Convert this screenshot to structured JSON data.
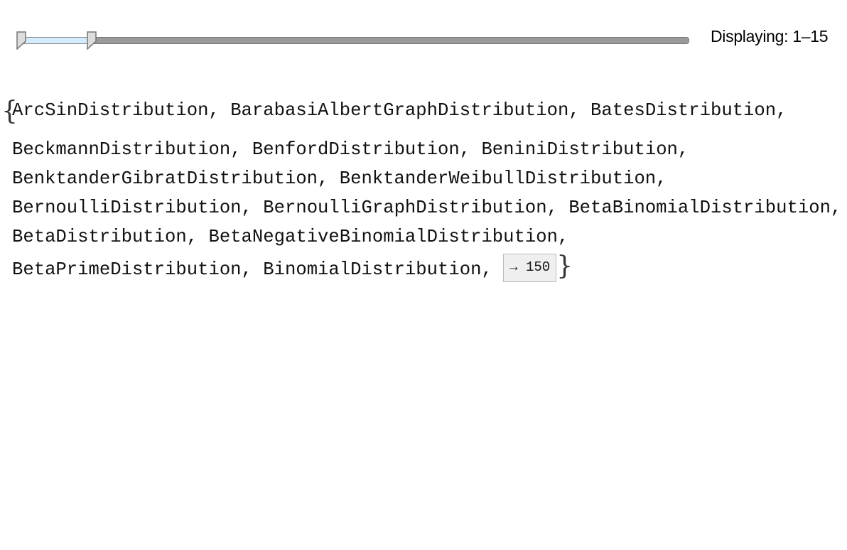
{
  "status": "Displaying: 1–15",
  "slider": {
    "range_start": 1,
    "range_end": 15,
    "total": 150
  },
  "list": {
    "open_brace": "{",
    "close_brace": "}",
    "lines": [
      [
        "ArcSinDistribution",
        "BarabasiAlbertGraphDistribution",
        "BatesDistribution"
      ],
      [
        "BeckmannDistribution",
        "BenfordDistribution",
        "BeniniDistribution"
      ],
      [
        "BenktanderGibratDistribution",
        "BenktanderWeibullDistribution"
      ],
      [
        "BernoulliDistribution",
        "BernoulliGraphDistribution",
        "BetaBinomialDistribution"
      ],
      [
        "BetaDistribution",
        "BetaNegativeBinomialDistribution"
      ],
      [
        "BetaPrimeDistribution",
        "BinomialDistribution"
      ]
    ],
    "more_label": "→ 150"
  }
}
